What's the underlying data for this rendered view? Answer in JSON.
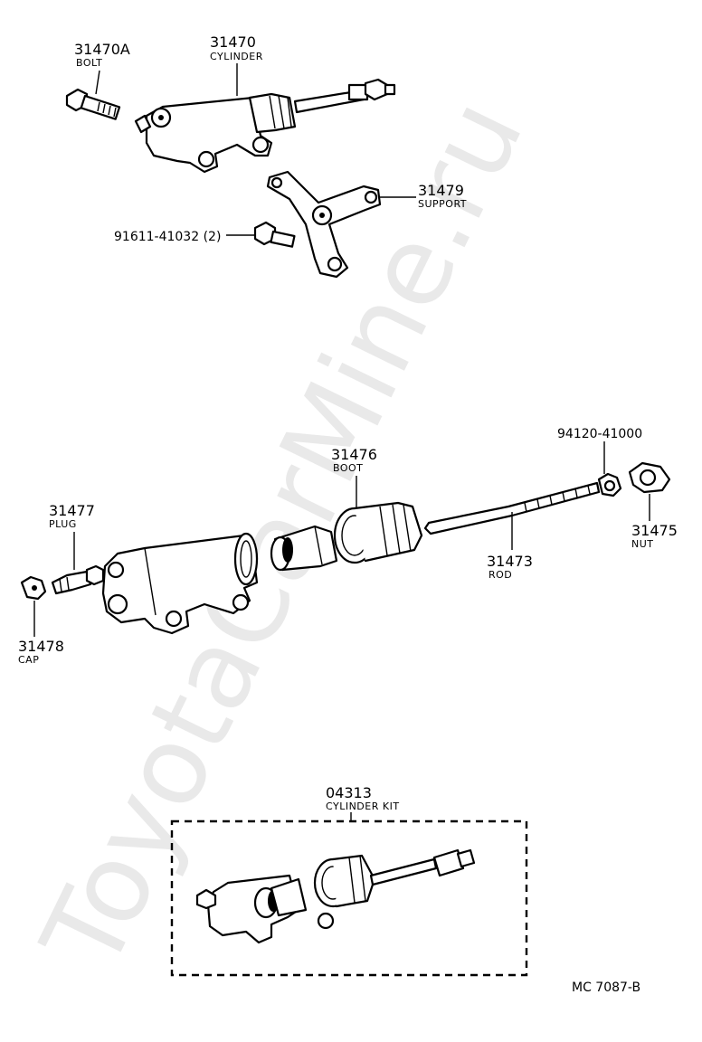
{
  "watermark": "ToyotaCarMine.ru",
  "footer_code": "MC  7087-B",
  "callouts": {
    "bolt": {
      "number": "31470A",
      "name": "BOLT"
    },
    "cylinder": {
      "number": "31470",
      "name": "CYLINDER"
    },
    "support": {
      "number": "31479",
      "name": "SUPPORT"
    },
    "support_bolt": {
      "number": "91611-41032 (2)"
    },
    "boot": {
      "number": "31476",
      "name": "BOOT"
    },
    "washer": {
      "number": "94120-41000"
    },
    "nut": {
      "number": "31475",
      "name": "NUT"
    },
    "rod": {
      "number": "31473",
      "name": "ROD"
    },
    "plug": {
      "number": "31477",
      "name": "PLUG"
    },
    "cap": {
      "number": "31478",
      "name": "CAP"
    },
    "kit": {
      "number": "04313",
      "name": "CYLINDER KIT"
    }
  }
}
